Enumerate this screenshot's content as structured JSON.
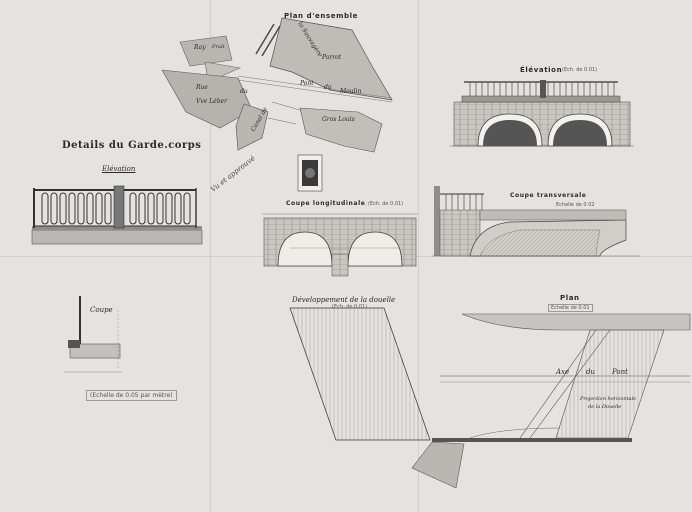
{
  "sheet": {
    "title_details": "Details du Garde.corps",
    "label_elevation_rail": "Elévation",
    "label_coupe_small": "Coupe",
    "scale_details": "(Echelle de 0.05 par mètre)",
    "plan_ensemble": "Plan d'ensemble",
    "elevation": "Élévation",
    "elevation_scale": "(Ech. de 0.01)",
    "coupe_longitudinale": "Coupe longitudinale",
    "coupe_longitudinale_scale": "(Ech. de 0.01)",
    "coupe_transversale": "Coupe transversale",
    "coupe_transversale_scale": "Echelle de 0.02",
    "developpement": "Développement de la douelle",
    "developpement_scale": "(Ech. de 0.01)",
    "plan": "Plan",
    "plan_scale": "Echelle de 0.01",
    "plan_axe": "Axe",
    "plan_du": "du",
    "plan_pont": "Pont",
    "plan_note_1": "Projection horizontale",
    "plan_note_2": "de la Douelle",
    "map_labels": {
      "ray": "Ray",
      "fru": "Fruit",
      "rue": "Rue",
      "du": "du",
      "pont": "Pont",
      "du2": "du",
      "moulin": "Moulin",
      "leber": "Vve Léber",
      "canal": "Canal de",
      "gros": "Gros Louis",
      "parrot": "Parrot",
      "sauvagere": "la Sauvagère"
    },
    "signature": "Vu et approuvé"
  }
}
